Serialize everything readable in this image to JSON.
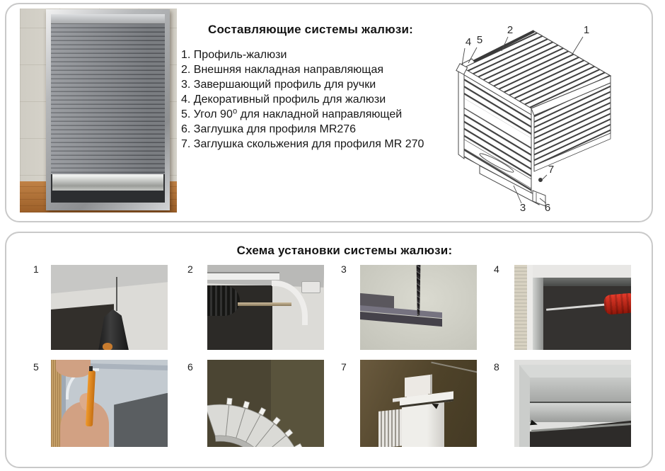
{
  "components_panel": {
    "title": "Составляющие системы жалюзи:",
    "items": [
      "1. Профиль-жалюзи",
      "2. Внешняя накладная направляющая",
      "3. Завершающий профиль для ручки",
      "4. Декоративный профиль для жалюзи",
      "5. Угол 90⁰ для накладной направляющей",
      "6. Заглушка для профиля MR276",
      "7. Заглушка скольжения для профиля MR 270"
    ],
    "diagram_callouts": [
      "1",
      "2",
      "4",
      "5",
      "7",
      "3",
      "6"
    ]
  },
  "installation_panel": {
    "title": "Схема установки системы жалюзи:",
    "step_numbers": [
      "1",
      "2",
      "3",
      "4",
      "5",
      "6",
      "7",
      "8"
    ]
  }
}
